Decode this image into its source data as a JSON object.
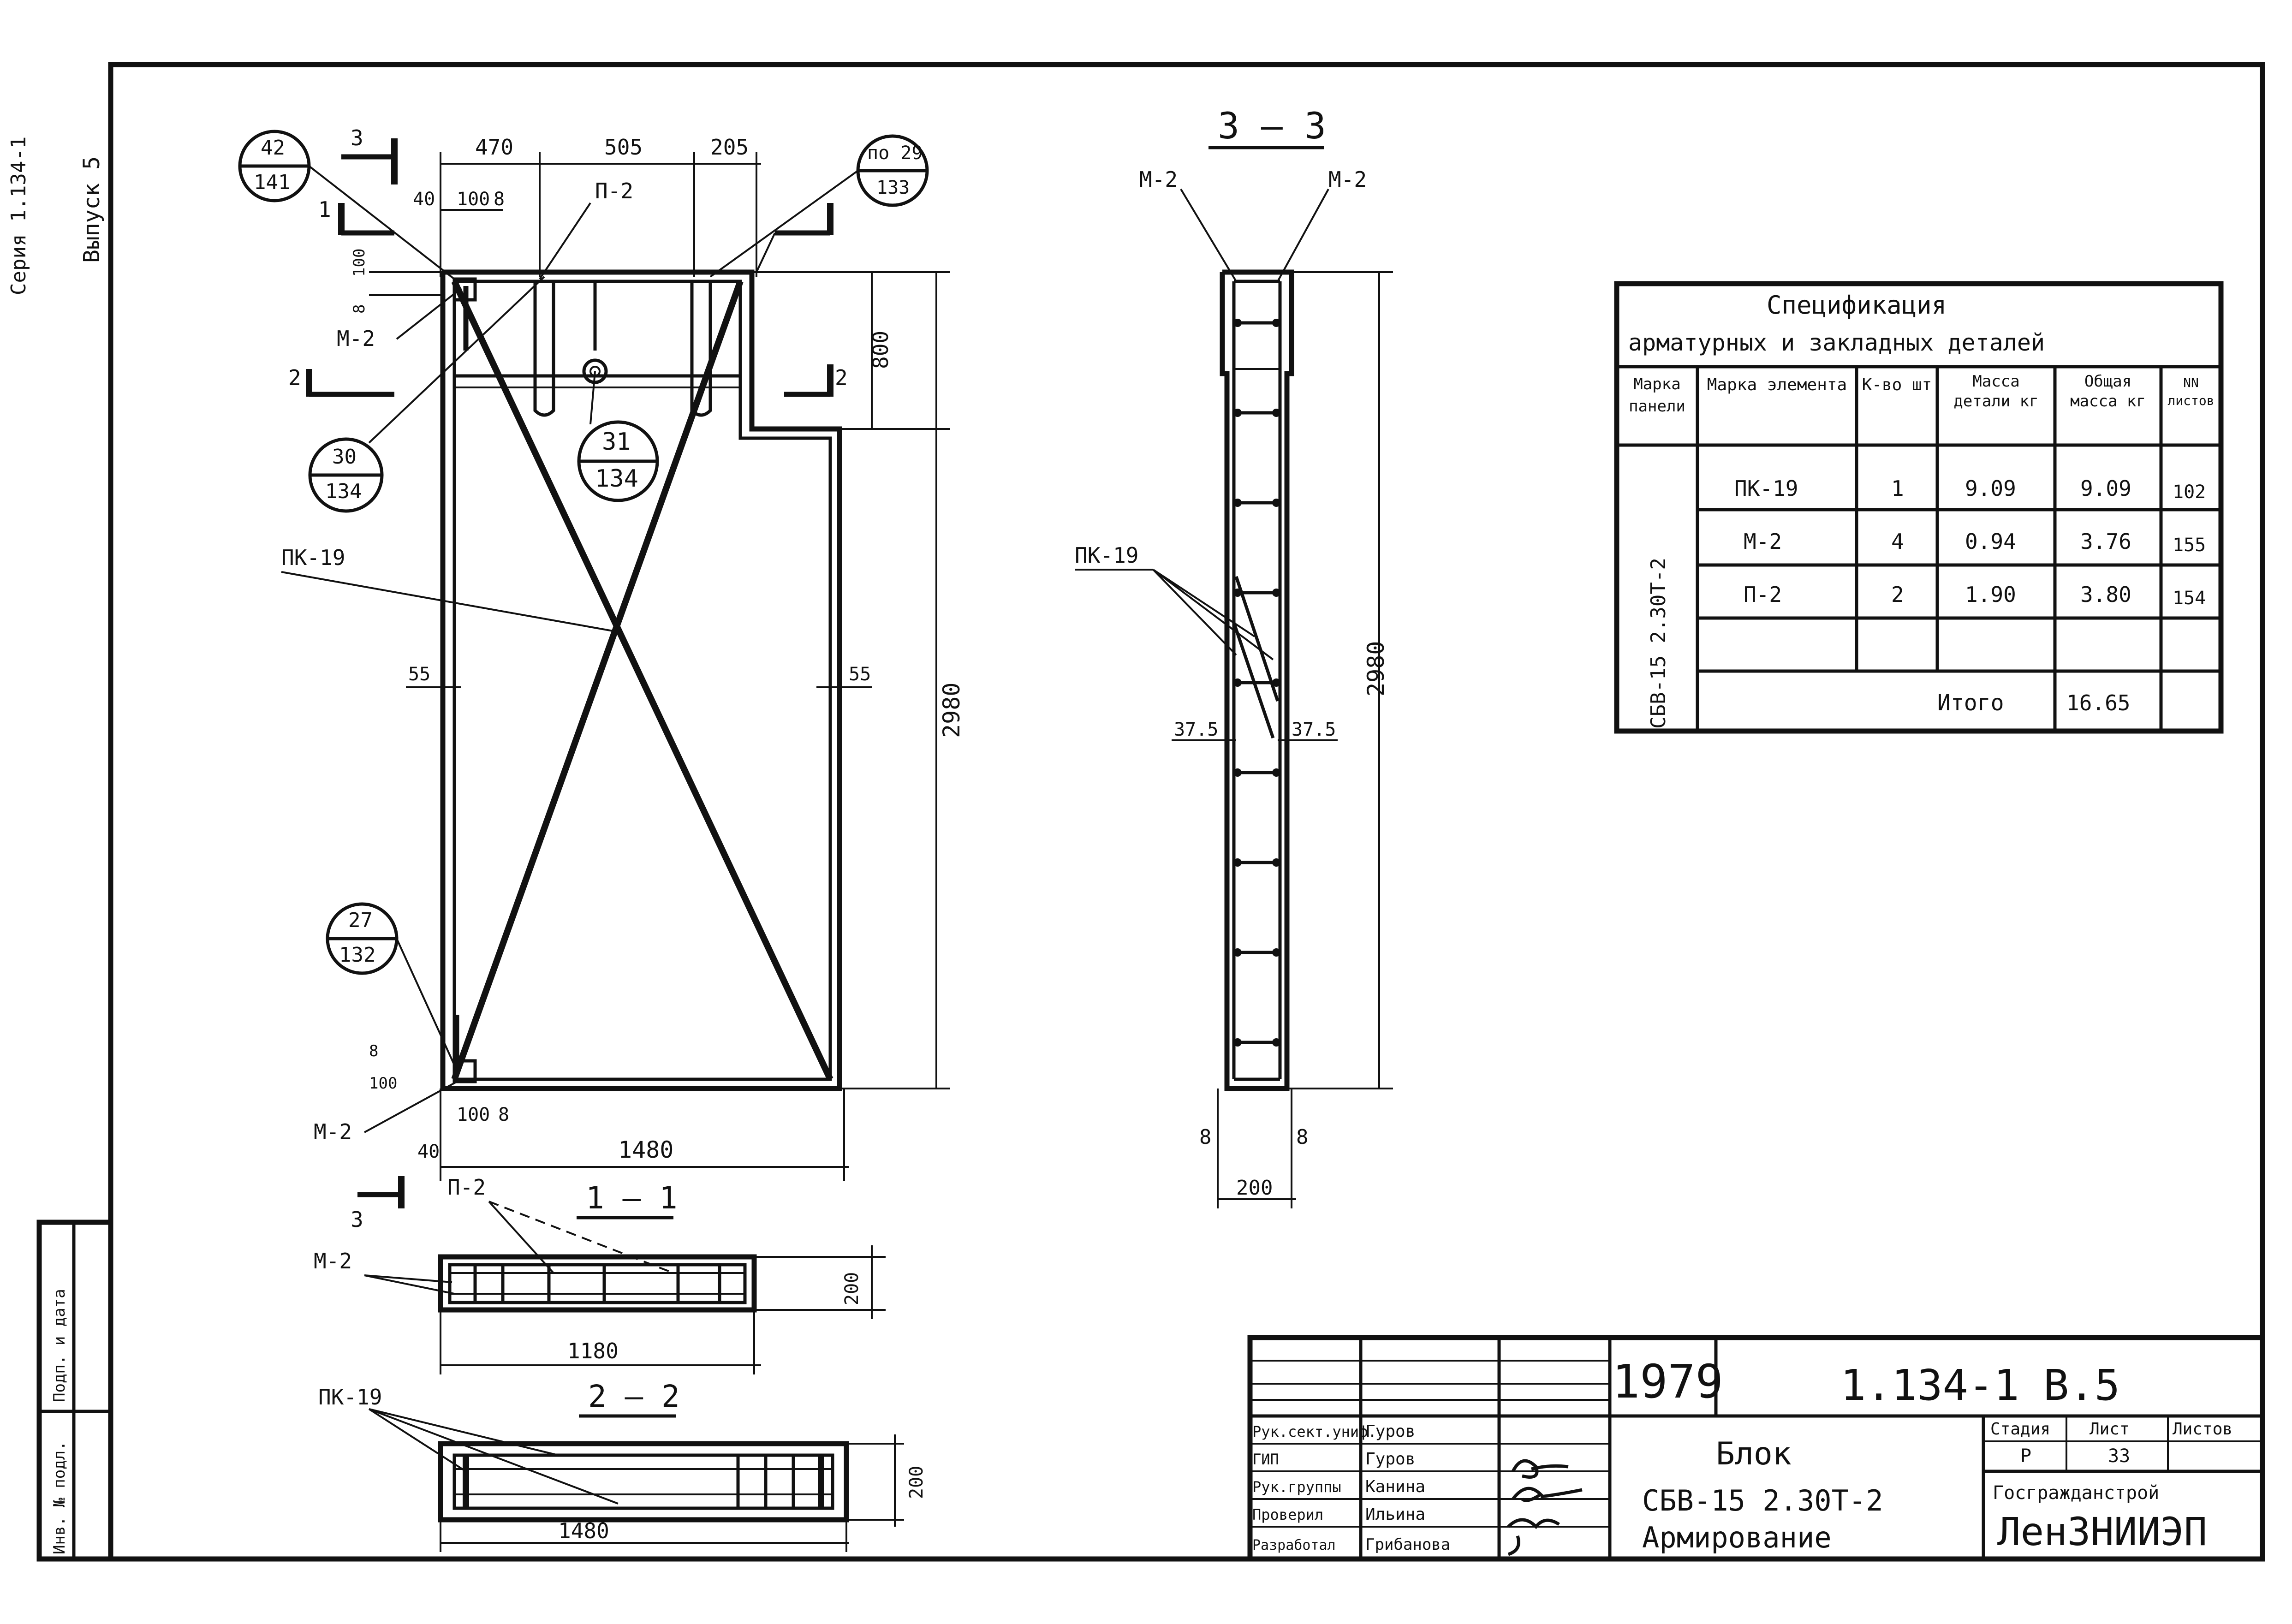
{
  "margin": {
    "series": "Серия 1.134-1",
    "issue": "Выпуск 5",
    "stamp_sign": "Подп. и дата",
    "stamp_inv": "Инв. № подл."
  },
  "section_views": {
    "s33": "3 – 3",
    "s11": "1 — 1",
    "s22": "2 — 2",
    "m1": "1",
    "m2": "2",
    "m3": "3"
  },
  "bubbles": [
    {
      "top": "42",
      "bottom": "141"
    },
    {
      "top": "по 29",
      "bottom": "133"
    },
    {
      "top": "30",
      "bottom": "134"
    },
    {
      "top": "31",
      "bottom": "134"
    },
    {
      "top": "27",
      "bottom": "132"
    }
  ],
  "labels": {
    "m2": "М-2",
    "p2": "П-2",
    "pk19": "ПК-19"
  },
  "dims": {
    "d470": "470",
    "d505": "505",
    "d205": "205",
    "d40": "40",
    "d100": "100",
    "d8": "8",
    "d800": "800",
    "d2980": "2980",
    "d55": "55",
    "d1480": "1480",
    "d1180": "1180",
    "d200": "200",
    "d37_5": "37.5"
  },
  "spec": {
    "title1": "Спецификация",
    "title2": "арматурных и закладных деталей",
    "headers": [
      "Марка панели",
      "Марка элемента",
      "К-во шт",
      "Масса детали кг",
      "Общая масса кг",
      "NN листов"
    ],
    "panel": "СБВ-15 2.30Т-2",
    "rows": [
      {
        "el": "ПК-19",
        "qty": "1",
        "unit": "9.09",
        "total": "9.09",
        "sheet": "102"
      },
      {
        "el": "М-2",
        "qty": "4",
        "unit": "0.94",
        "total": "3.76",
        "sheet": "155"
      },
      {
        "el": "П-2",
        "qty": "2",
        "unit": "1.90",
        "total": "3.80",
        "sheet": "154"
      }
    ],
    "total_label": "Итого",
    "total_value": "16.65"
  },
  "title_block": {
    "year": "1979",
    "code": "1.134-1",
    "issue": "В.5",
    "name1": "Блок",
    "name2": "СБВ-15 2.30Т-2",
    "name3": "Армирование",
    "stage_h": "Стадия",
    "sheet_h": "Лист",
    "sheets_h": "Листов",
    "stage": "Р",
    "sheet": "33",
    "org1": "Госгражданстрой",
    "org2": "ЛенЗНИИЭП",
    "staff": [
      {
        "role": "Рук.сект.униф.",
        "name": "Гуров"
      },
      {
        "role": "ГИП",
        "name": "Гуров"
      },
      {
        "role": "Рук.группы",
        "name": "Канина"
      },
      {
        "role": "Проверил",
        "name": "Ильина"
      },
      {
        "role": "Разработал",
        "name": "Грибанова"
      }
    ]
  }
}
